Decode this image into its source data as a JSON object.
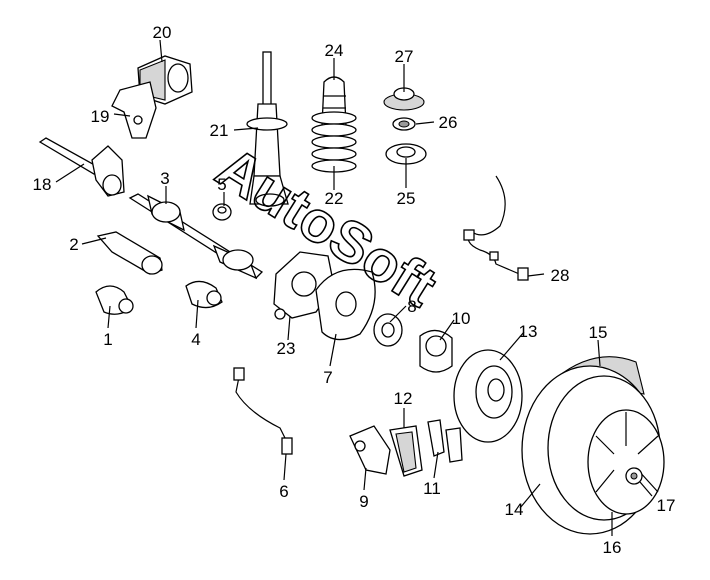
{
  "watermark": "AutoSoft",
  "labels": [
    "1",
    "2",
    "3",
    "4",
    "5",
    "6",
    "7",
    "8",
    "9",
    "10",
    "11",
    "12",
    "13",
    "14",
    "15",
    "16",
    "17",
    "18",
    "19",
    "20",
    "21",
    "22",
    "23",
    "24",
    "25",
    "26",
    "27",
    "28"
  ],
  "colors": {
    "line": "#000000",
    "background": "#ffffff",
    "shade": "#d6d6d6"
  }
}
